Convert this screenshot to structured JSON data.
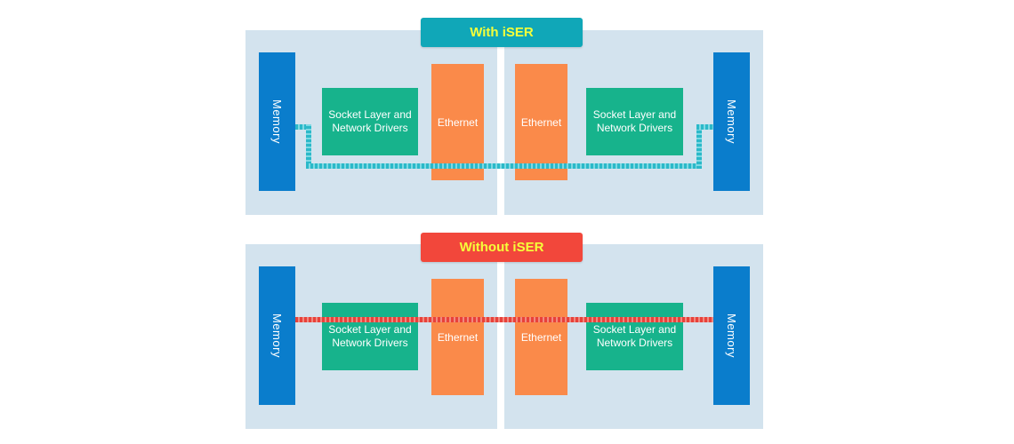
{
  "diagrams": [
    {
      "title": "With iSER",
      "title_color": "#10a7b8",
      "memory_label": "Memory",
      "socket_label_line1": "Socket Layer and",
      "socket_label_line2": "Network Drivers",
      "ethernet_label": "Ethernet",
      "path_color": "#2bb9c9"
    },
    {
      "title": "Without iSER",
      "title_color": "#f2473b",
      "memory_label": "Memory",
      "socket_label_line1": "Socket Layer and",
      "socket_label_line2": "Network Drivers",
      "ethernet_label": "Ethernet",
      "path_color": "#e8413a"
    }
  ],
  "colors": {
    "panel": "#d3e3ee",
    "memory": "#0a7dcc",
    "socket": "#17b38c",
    "ethernet": "#fa8a4a",
    "title_text": "#f6ff3a"
  }
}
